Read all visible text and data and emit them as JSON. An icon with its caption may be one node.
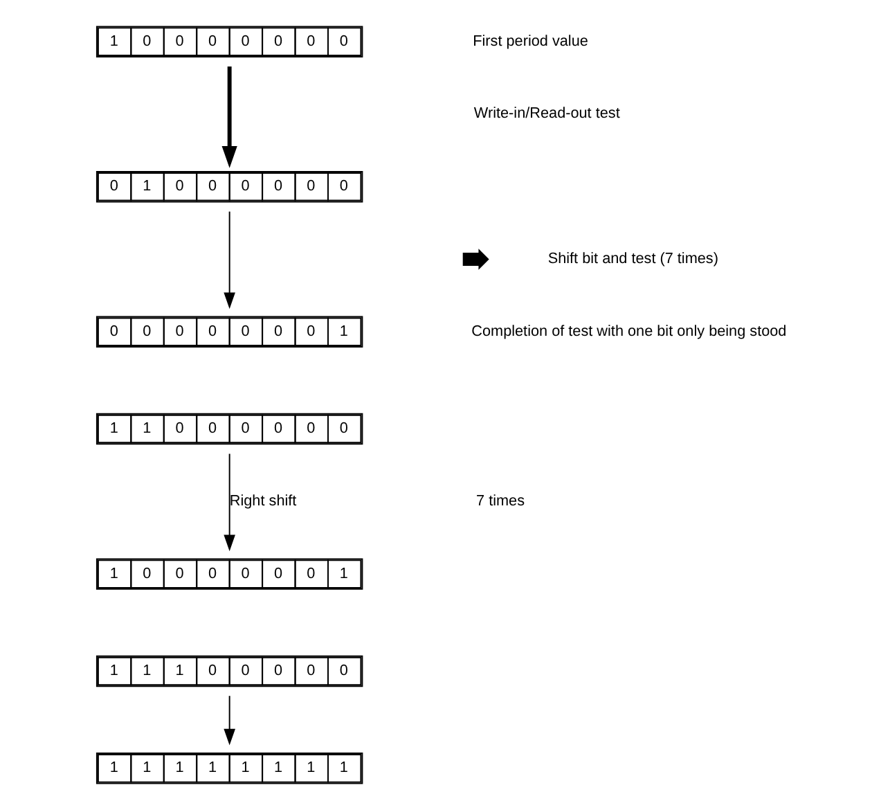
{
  "diagram": {
    "nodes": [
      {
        "text": [
          "1",
          "0",
          "0",
          "0",
          "0",
          "0",
          "0",
          "0"
        ]
      },
      {
        "text": [
          "0",
          "1",
          "0",
          "0",
          "0",
          "0",
          "0",
          "0"
        ]
      },
      {
        "text": [
          "0",
          "0",
          "0",
          "0",
          "0",
          "0",
          "0",
          "1"
        ]
      },
      {
        "text": [
          "1",
          "1",
          "0",
          "0",
          "0",
          "0",
          "0",
          "0"
        ]
      },
      {
        "text": [
          "1",
          "0",
          "0",
          "0",
          "0",
          "0",
          "0",
          "1"
        ]
      },
      {
        "text": [
          "1",
          "1",
          "1",
          "0",
          "0",
          "0",
          "0",
          "0"
        ]
      },
      {
        "text": [
          "1",
          "1",
          "1",
          "1",
          "1",
          "1",
          "1",
          "1"
        ]
      }
    ],
    "edges": [
      {
        "from": 0,
        "to": 1,
        "arrow": "to",
        "style": "thick"
      },
      {
        "from": 1,
        "to": 2,
        "arrow": "to"
      },
      {
        "from": 3,
        "to": 4,
        "arrow": "to",
        "label": "Right shift"
      },
      {
        "from": 5,
        "to": 6,
        "arrow": "to"
      }
    ],
    "labels": [
      "First period value",
      "Write-in/Read-out test",
      "Shift bit and test (7 times)",
      "Completion of test with one bit only being stood",
      "7 times"
    ]
  }
}
